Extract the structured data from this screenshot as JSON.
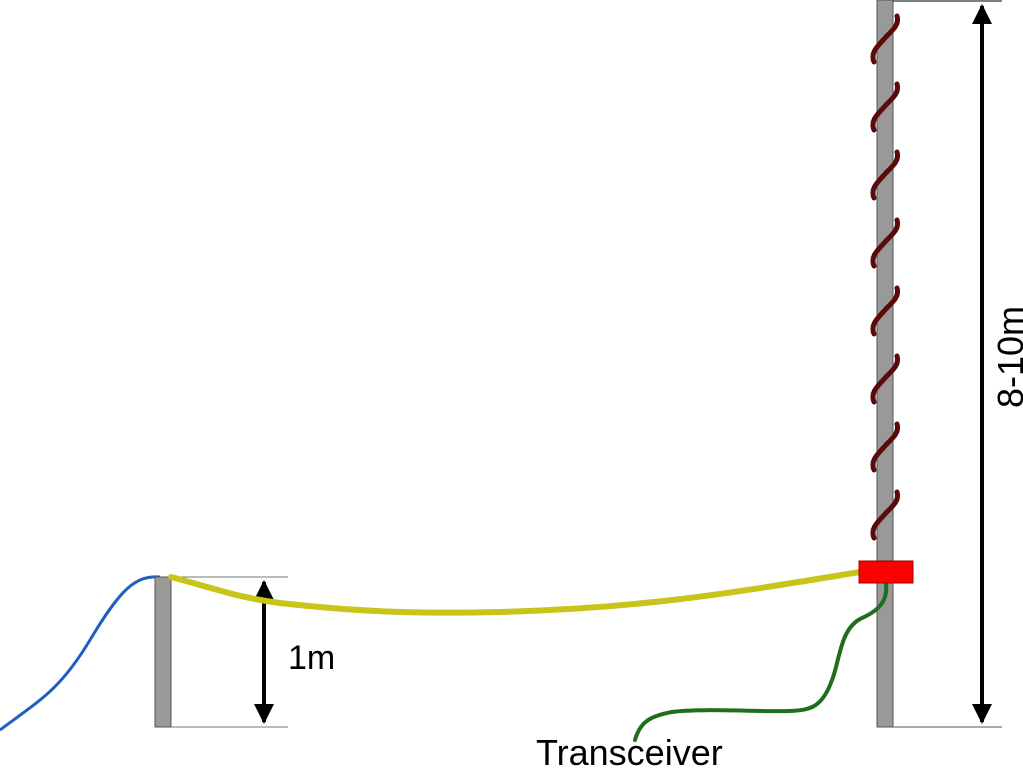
{
  "diagram": {
    "labels": {
      "short_pole_height": "1m",
      "mast_height": "8-10m",
      "radio": "Transceiver"
    },
    "colors": {
      "pole": "#999999",
      "pole_outline": "#555555",
      "feed_wire": "#c8c41a",
      "left_wire": "#1f5fbf",
      "coax": "#1e6e1e",
      "coil": "#5a0a0a",
      "connector_box": "#ff0000",
      "dimension_lines": "#000000"
    },
    "coil_turn_count": 8
  }
}
